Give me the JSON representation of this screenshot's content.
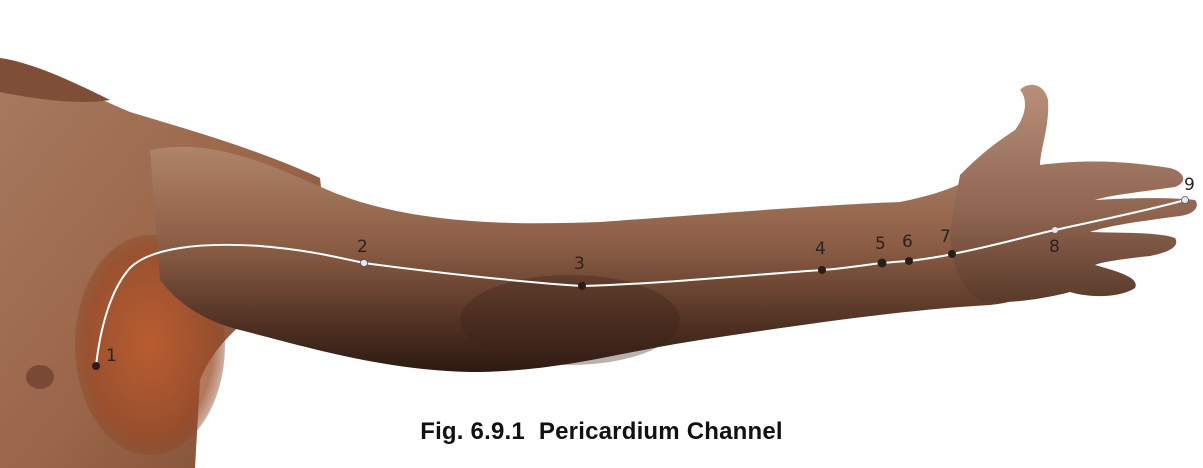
{
  "figure": {
    "number": "Fig. 6.9.1",
    "title": "Pericardium Channel"
  },
  "channel": {
    "points": [
      {
        "label": "1"
      },
      {
        "label": "2"
      },
      {
        "label": "3"
      },
      {
        "label": "4"
      },
      {
        "label": "5"
      },
      {
        "label": "6"
      },
      {
        "label": "7"
      },
      {
        "label": "8"
      },
      {
        "label": "9"
      }
    ]
  },
  "colors": {
    "skin_light": "#b88a6c",
    "skin_mid": "#8e6047",
    "skin_dark": "#3c2418",
    "chest_red": "#b5532a",
    "channel_line": "#ffffff",
    "point_dark": "#2a1e1a",
    "point_light": "#e8e8f0"
  }
}
